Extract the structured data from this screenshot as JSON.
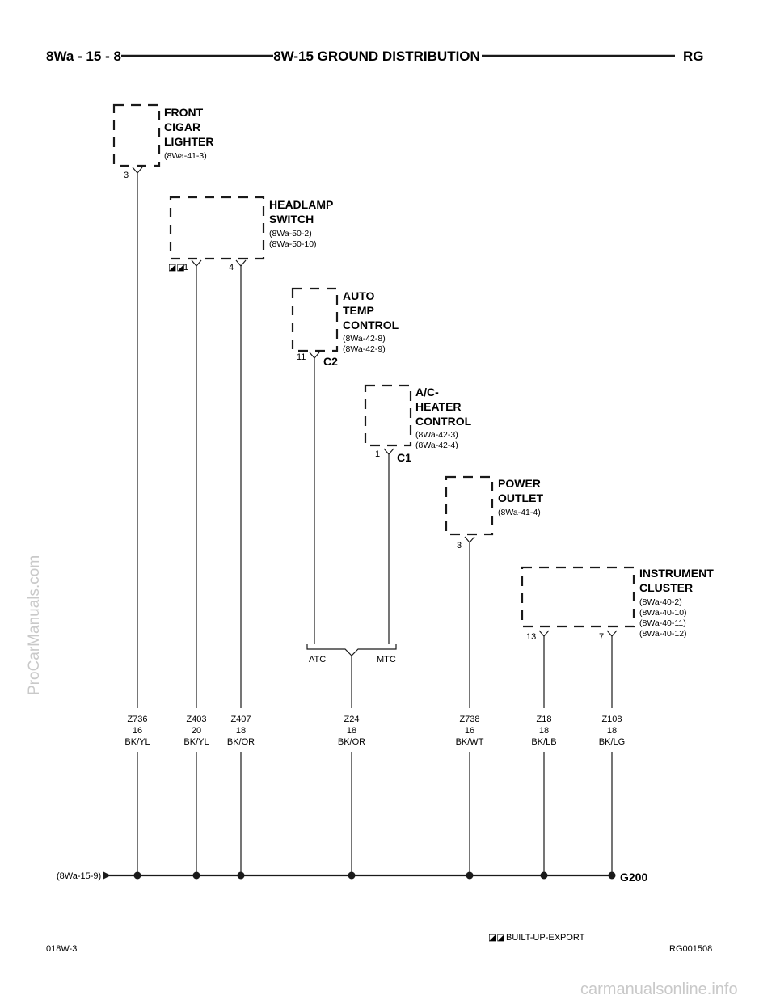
{
  "header": {
    "left": "8Wa - 15 - 8",
    "title": "8W-15 GROUND DISTRIBUTION",
    "right": "RG"
  },
  "components": [
    {
      "id": "front-cigar-lighter",
      "name_lines": [
        "FRONT",
        "CIGAR",
        "LIGHTER"
      ],
      "refs": [
        "(8Wa-41-3)"
      ],
      "pins": [
        "3"
      ],
      "connector": ""
    },
    {
      "id": "headlamp-switch",
      "name_lines": [
        "HEADLAMP",
        "SWITCH"
      ],
      "refs": [
        "(8Wa-50-2)",
        "(8Wa-50-10)"
      ],
      "pins": [
        "1",
        "4"
      ],
      "connector": ""
    },
    {
      "id": "auto-temp-control",
      "name_lines": [
        "AUTO",
        "TEMP",
        "CONTROL"
      ],
      "refs": [
        "(8Wa-42-8)",
        "(8Wa-42-9)"
      ],
      "pins": [
        "11"
      ],
      "connector": "C2"
    },
    {
      "id": "ac-heater-control",
      "name_lines": [
        "A/C-",
        "HEATER",
        "CONTROL"
      ],
      "refs": [
        "(8Wa-42-3)",
        "(8Wa-42-4)"
      ],
      "pins": [
        "1"
      ],
      "connector": "C1"
    },
    {
      "id": "power-outlet",
      "name_lines": [
        "POWER",
        "OUTLET"
      ],
      "refs": [
        "(8Wa-41-4)"
      ],
      "pins": [
        "3"
      ],
      "connector": ""
    },
    {
      "id": "instrument-cluster",
      "name_lines": [
        "INSTRUMENT",
        "CLUSTER"
      ],
      "refs": [
        "(8Wa-40-2)",
        "(8Wa-40-10)",
        "(8Wa-40-11)",
        "(8Wa-40-12)"
      ],
      "pins": [
        "13",
        "7"
      ],
      "connector": ""
    }
  ],
  "wires": [
    {
      "circuit": "Z736",
      "gauge": "16",
      "color": "BK/YL"
    },
    {
      "circuit": "Z403",
      "gauge": "20",
      "color": "BK/YL"
    },
    {
      "circuit": "Z407",
      "gauge": "18",
      "color": "BK/OR"
    },
    {
      "circuit": "Z24",
      "gauge": "18",
      "color": "BK/OR"
    },
    {
      "circuit": "Z738",
      "gauge": "16",
      "color": "BK/WT"
    },
    {
      "circuit": "Z18",
      "gauge": "18",
      "color": "BK/LB"
    },
    {
      "circuit": "Z108",
      "gauge": "18",
      "color": "BK/LG"
    }
  ],
  "splice_labels": {
    "left": "ATC",
    "right": "MTC"
  },
  "ground": {
    "ref": "(8Wa-15-9)",
    "name": "G200"
  },
  "legend": {
    "symbol": "◪◪",
    "text": "BUILT-UP-EXPORT"
  },
  "footer": {
    "left": "018W-3",
    "right": "RG001508"
  },
  "watermarks": {
    "side": "ProCarManuals.com",
    "bottom": "carmanualsonline.info"
  },
  "colors": {
    "ink": "#1a1a1a",
    "watermark": "#c9c9c9",
    "background": "#ffffff"
  }
}
